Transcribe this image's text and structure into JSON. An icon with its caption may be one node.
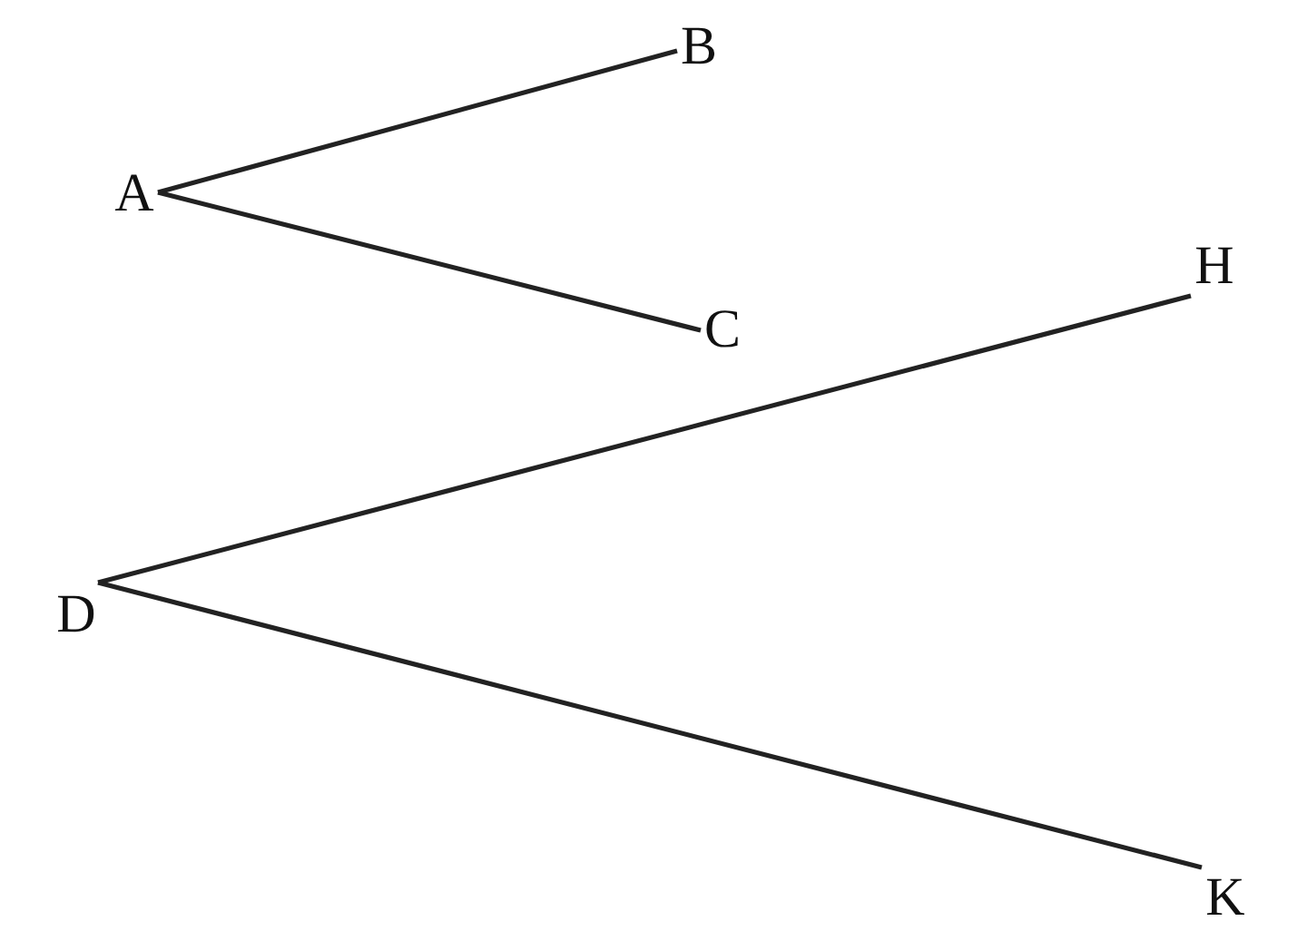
{
  "diagram": {
    "nodes": [
      {
        "text": [
          "A"
        ]
      },
      {
        "text": [
          "B"
        ]
      },
      {
        "text": [
          "C"
        ]
      },
      {
        "text": [
          "D"
        ]
      },
      {
        "text": [
          "H"
        ]
      },
      {
        "text": [
          "K"
        ]
      }
    ],
    "edges": [
      {
        "from": 0,
        "to": 1,
        "arrow": "none"
      },
      {
        "from": 0,
        "to": 2,
        "arrow": "none"
      },
      {
        "from": 3,
        "to": 4,
        "arrow": "none"
      },
      {
        "from": 3,
        "to": 5,
        "arrow": "none"
      }
    ]
  }
}
